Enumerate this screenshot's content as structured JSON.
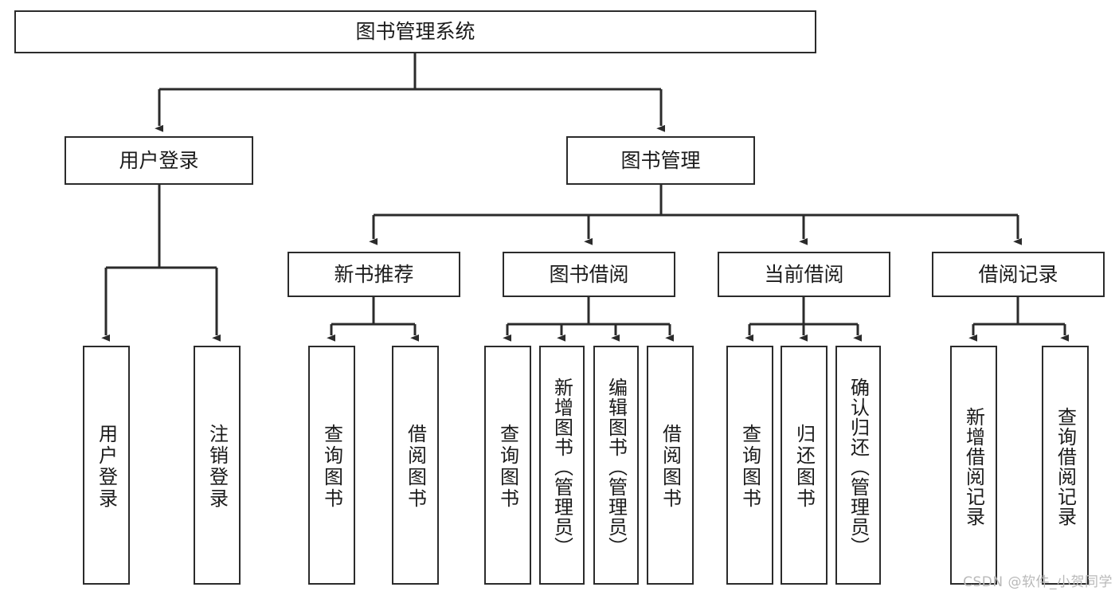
{
  "diagram": {
    "title_text": "图书管理系统",
    "type": "tree-hierarchy-chart",
    "stroke_color": "#2b2b2b",
    "fill_color": "#ffffff",
    "text_color": "#1b1b1b",
    "nodes": {
      "root": {
        "label": "图书管理系统"
      },
      "level2": [
        {
          "id": "user-login",
          "label": "用户登录"
        },
        {
          "id": "book-manage",
          "label": "图书管理"
        }
      ],
      "level3": [
        {
          "id": "new-book-recommend",
          "label": "新书推荐"
        },
        {
          "id": "book-borrow",
          "label": "图书借阅"
        },
        {
          "id": "current-borrow",
          "label": "当前借阅"
        },
        {
          "id": "borrow-record",
          "label": "借阅记录"
        }
      ],
      "leaves": {
        "user_login": [
          {
            "id": "leaf-user-login",
            "label": "用户登录"
          },
          {
            "id": "leaf-logout-login",
            "label": "注销登录"
          }
        ],
        "new_book_recommend": [
          {
            "id": "leaf-query-book-1",
            "label": "查询图书"
          },
          {
            "id": "leaf-borrow-book-1",
            "label": "借阅图书"
          }
        ],
        "book_borrow": [
          {
            "id": "leaf-query-book-2",
            "label": "查询图书"
          },
          {
            "id": "leaf-add-book-admin",
            "label": "新增图书（管理员）"
          },
          {
            "id": "leaf-edit-book-admin",
            "label": "编辑图书（管理员）"
          },
          {
            "id": "leaf-borrow-book-2",
            "label": "借阅图书"
          }
        ],
        "current_borrow": [
          {
            "id": "leaf-query-book-3",
            "label": "查询图书"
          },
          {
            "id": "leaf-return-book",
            "label": "归还图书"
          },
          {
            "id": "leaf-confirm-return-admin",
            "label": "确认归还（管理员）"
          }
        ],
        "borrow_record": [
          {
            "id": "leaf-add-borrow-record",
            "label": "新增借阅记录"
          },
          {
            "id": "leaf-query-borrow-record",
            "label": "查询借阅记录"
          }
        ]
      }
    }
  },
  "watermark": {
    "text": "CSDN @软件_小贺同学"
  }
}
